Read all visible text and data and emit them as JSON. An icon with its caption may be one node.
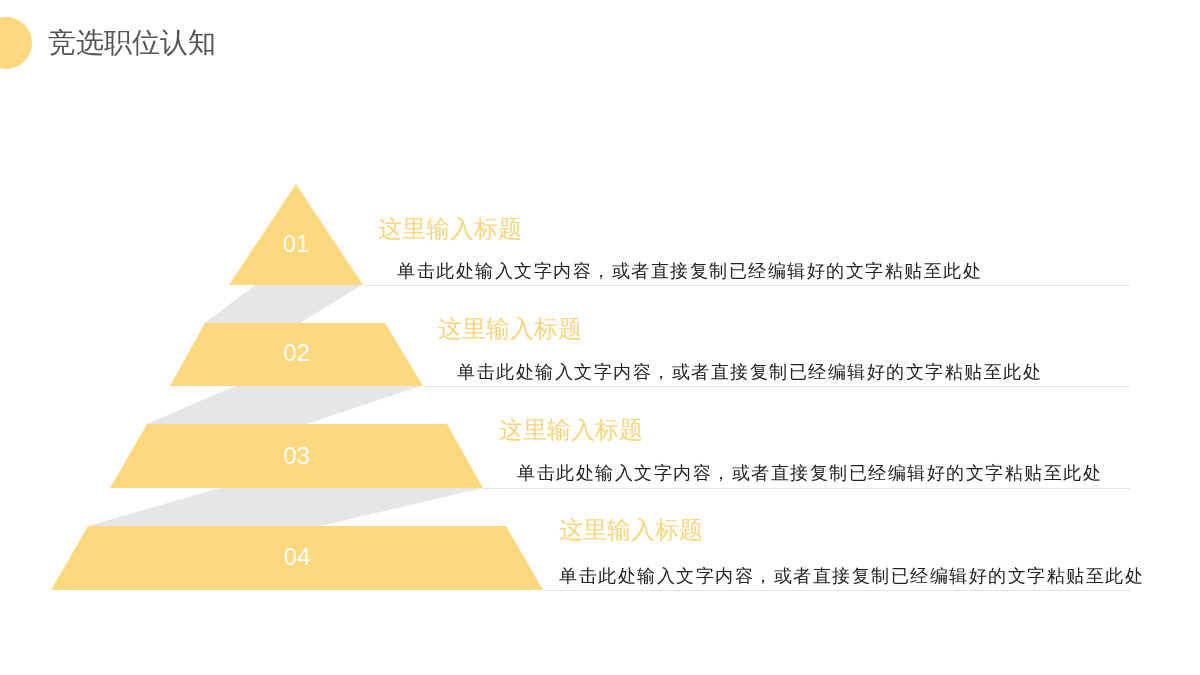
{
  "diagram": {
    "title": "竞选职位认知",
    "nodes": [
      {
        "text": [
          "01"
        ],
        "beside": [
          "这里输入标题",
          "单击此处输入文字内容，或者直接复制已经编辑好的文字粘贴至此处"
        ]
      },
      {
        "text": [
          "02"
        ],
        "beside": [
          "这里输入标题",
          "单击此处输入文字内容，或者直接复制已经编辑好的文字粘贴至此处"
        ]
      },
      {
        "text": [
          "03"
        ],
        "beside": [
          "这里输入标题",
          "单击此处输入文字内容，或者直接复制已经编辑好的文字粘贴至此处"
        ]
      },
      {
        "text": [
          "04"
        ],
        "beside": [
          "这里输入标题",
          "单击此处输入文字内容，或者直接复制已经编辑好的文字粘贴至此处"
        ]
      }
    ]
  }
}
